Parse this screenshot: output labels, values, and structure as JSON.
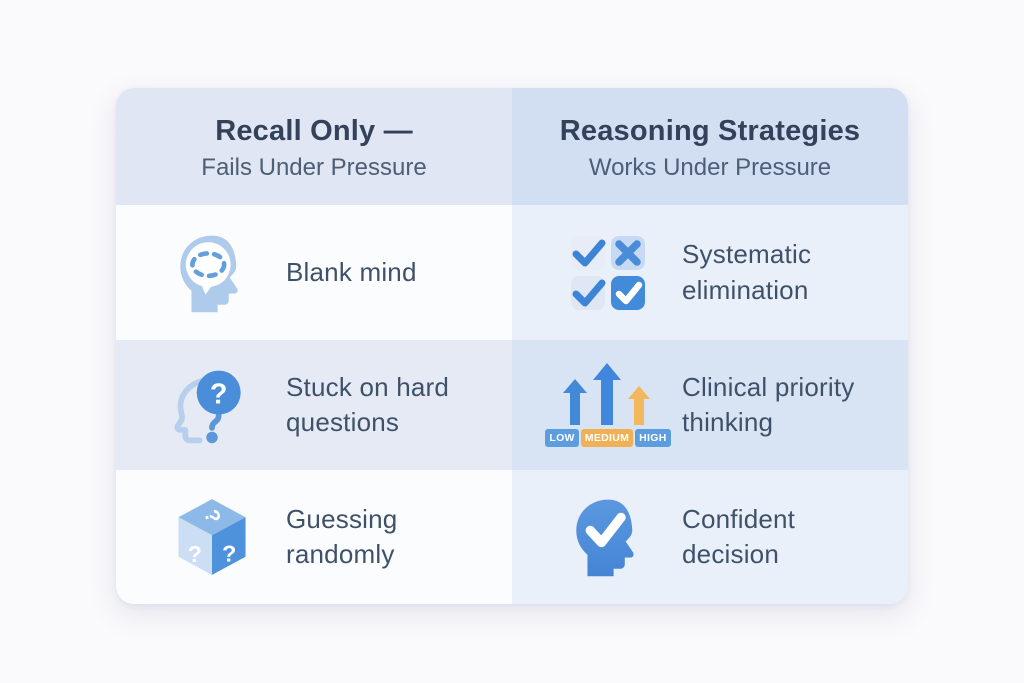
{
  "page": {
    "background_color": "#faf9fb"
  },
  "card": {
    "columns": [
      {
        "id": "recall-only",
        "title": "Recall Only —",
        "subtitle": "Fails Under Pressure",
        "rows": [
          {
            "icon": "blank-mind-head-icon",
            "label": "Blank mind"
          },
          {
            "icon": "stuck-question-head-icon",
            "label": "Stuck on hard questions"
          },
          {
            "icon": "question-dice-icon",
            "label": "Guessing randomly"
          }
        ]
      },
      {
        "id": "reasoning-strategies",
        "title": "Reasoning Strategies",
        "subtitle": "Works Under Pressure",
        "rows": [
          {
            "icon": "checkbox-grid-icon",
            "label": "Systematic elimination"
          },
          {
            "icon": "priority-arrows-icon",
            "label": "Clinical priority thinking"
          },
          {
            "icon": "confident-head-icon",
            "label": "Confident decision"
          }
        ]
      }
    ]
  },
  "icons": {
    "question_mark": "?",
    "priority_scale": {
      "low": "LOW",
      "medium": "MEDIUM",
      "high": "HIGH"
    }
  },
  "colors": {
    "header_left_bg": "#e0e6f3",
    "header_right_bg": "#d2def2",
    "row_left_light_bg": "#fbfcfe",
    "row_left_shaded_bg": "#e5eaf5",
    "row_right_light_bg": "#eaf0f9",
    "row_right_shaded_bg": "#d8e3f4",
    "accent_blue": "#4289d8",
    "light_blue": "#aecbec",
    "accent_orange": "#f0b055",
    "title_text": "#33425a",
    "subtitle_text": "#4d5e75",
    "body_text": "#3f5169"
  }
}
